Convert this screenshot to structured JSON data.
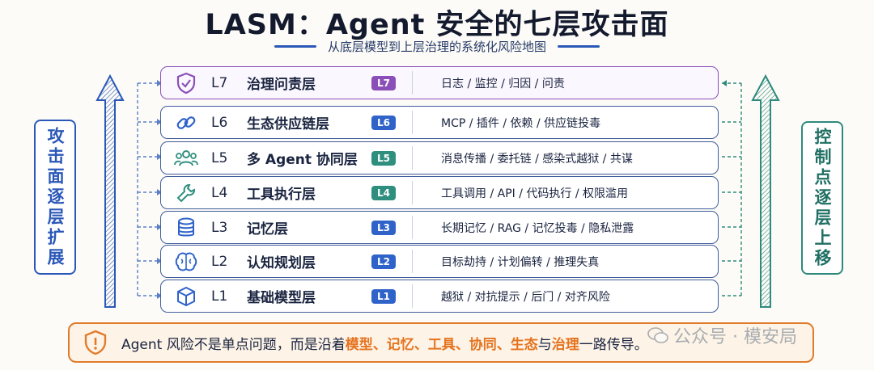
{
  "title": "LASM：Agent 安全的七层攻击面",
  "subtitle": "从底层模型到上层治理的系统化风险地图",
  "left_label": "攻击面逐层扩展",
  "right_label": "控制点逐层上移",
  "layers": [
    {
      "level": "L7",
      "name": "治理问责层",
      "badge": "L7",
      "badge_color": "#8a4fb8",
      "icon": "shield-check-icon",
      "risks": "日志 / 监控 / 归因 / 问责"
    },
    {
      "level": "L6",
      "name": "生态供应链层",
      "badge": "L6",
      "badge_color": "#2f63c9",
      "icon": "chain-link-icon",
      "risks": "MCP / 插件 / 依赖 / 供应链投毒"
    },
    {
      "level": "L5",
      "name": "多 Agent 协同层",
      "badge": "L5",
      "badge_color": "#2f8f7e",
      "icon": "users-icon",
      "risks": "消息传播 / 委托链 / 感染式越狱 / 共谋"
    },
    {
      "level": "L4",
      "name": "工具执行层",
      "badge": "L4",
      "badge_color": "#2f8f7e",
      "icon": "wrench-icon",
      "risks": "工具调用 / API / 代码执行 / 权限滥用"
    },
    {
      "level": "L3",
      "name": "记忆层",
      "badge": "L3",
      "badge_color": "#2f63c9",
      "icon": "database-icon",
      "risks": "长期记忆 / RAG / 记忆投毒 / 隐私泄露"
    },
    {
      "level": "L2",
      "name": "认知规划层",
      "badge": "L2",
      "badge_color": "#2f63c9",
      "icon": "brain-icon",
      "risks": "目标劫持 / 计划偏转 / 推理失真"
    },
    {
      "level": "L1",
      "name": "基础模型层",
      "badge": "L1",
      "badge_color": "#2f63c9",
      "icon": "cube-icon",
      "risks": "越狱 / 对抗提示 / 后门 / 对齐风险"
    }
  ],
  "footer": {
    "prefix": "Agent 风险不是单点问题，而是沿着",
    "h1": "模型、记忆、工具、协同、生态",
    "mid": "与",
    "h2": "治理",
    "suffix": "一路传导。"
  },
  "watermark": "公众号 · 模安局",
  "colors": {
    "left_accent": "#2b58b8",
    "right_accent": "#2e8a7c",
    "footer_border": "#e07b2c",
    "highlight": "#e5731f",
    "top_layer": "#8a4fb8"
  }
}
